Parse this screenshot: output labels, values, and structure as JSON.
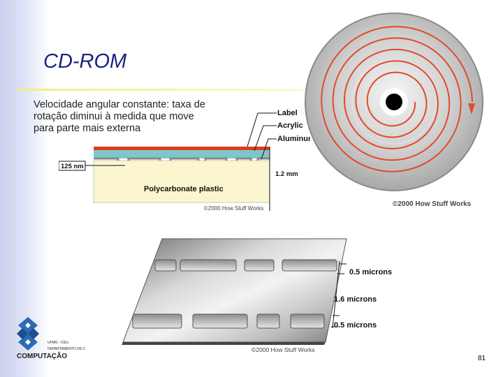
{
  "slide": {
    "title": "CD-ROM",
    "body_lines": [
      "Velocidade angular constante: taxa de",
      "rotação diminui à medida que move",
      "para parte mais externa"
    ],
    "page_number": "81"
  },
  "layer_diagram": {
    "labels": [
      "Label",
      "Acrylic",
      "Aluminum"
    ],
    "thickness_label": "125 nm",
    "depth_label": "1.2 mm",
    "material_label": "Polycarbonate plastic",
    "copyright": "©2000 How Stuff Works"
  },
  "disc_image": {
    "copyright": "©2000 How Stuff Works"
  },
  "pits_diagram": {
    "labels": [
      "0.5 microns",
      "1.6 microns",
      "0.5 microns"
    ],
    "copyright": "©2000 How Stuff Works"
  },
  "logo": {
    "line1": "UFMG - ICEx",
    "line2": "DEPARTAMENTO DE CIÊNCIA DA",
    "line3": "COMPUTAÇÃO"
  },
  "colors": {
    "title": "#1a237e",
    "label_layer": "#e03a1e",
    "acrylic_layer": "#7fc7c7",
    "plastic": "#fbf6cf",
    "spiral": "#e24a2a"
  }
}
